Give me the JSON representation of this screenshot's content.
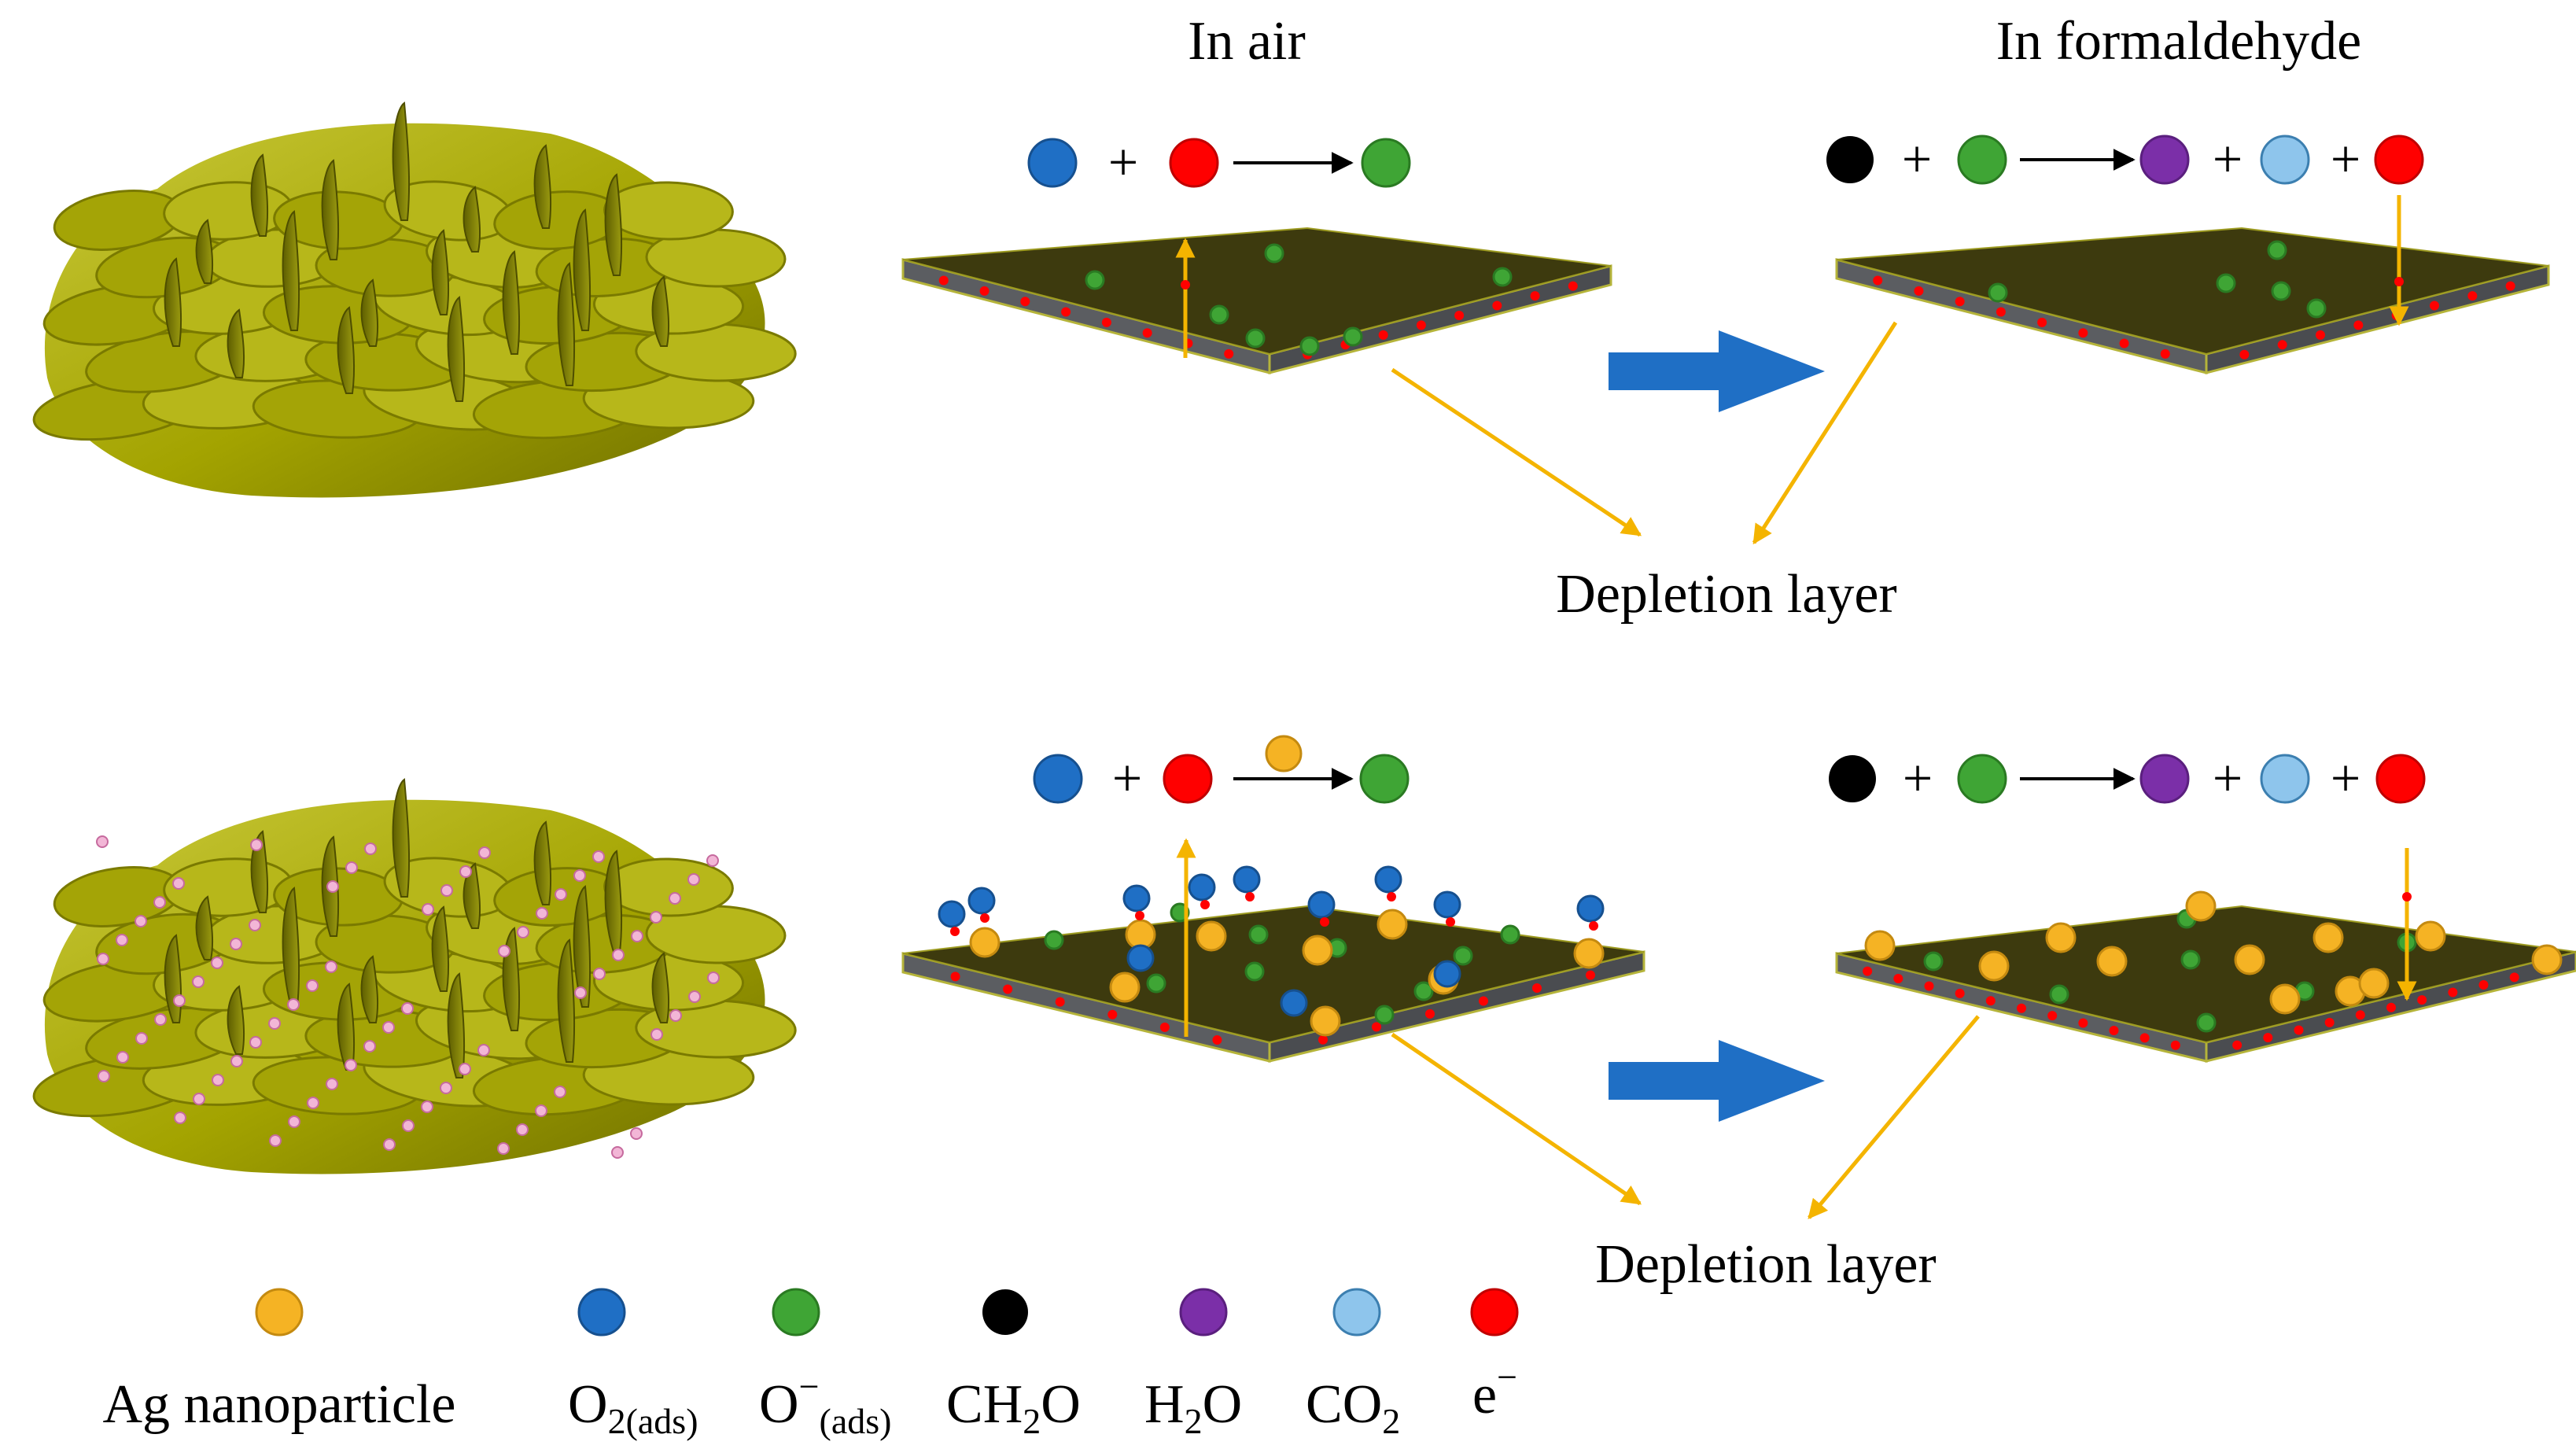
{
  "titles": {
    "in_air": "In air",
    "in_formaldehyde": "In formaldehyde"
  },
  "depletion_label": "Depletion layer",
  "legend": {
    "ag": "Ag nanoparticle",
    "o2_base": "O",
    "o2_sub": "2(ads)",
    "o_base": "O",
    "o_sup": "−",
    "o_sub": "(ads)",
    "ch2o_a": "CH",
    "ch2o_sub": "2",
    "ch2o_b": "O",
    "h2o_a": "H",
    "h2o_sub": "2",
    "h2o_b": "O",
    "co2_a": "CO",
    "co2_sub": "2",
    "e_base": "e",
    "e_sup": "−"
  },
  "symbols": {
    "plus": "+"
  },
  "colors": {
    "ag": "#F5B324",
    "o2": "#1F6FC5",
    "o_minus": "#3FA535",
    "ch2o": "#000000",
    "h2o": "#7B2FA8",
    "co2": "#8EC5EC",
    "electron": "#FF0000",
    "material": "#A8A800",
    "plate_top": "#3D3A0E",
    "plate_side": "#55575C",
    "arrow_blue": "#1F6FC5",
    "pointer": "#F4B400"
  }
}
